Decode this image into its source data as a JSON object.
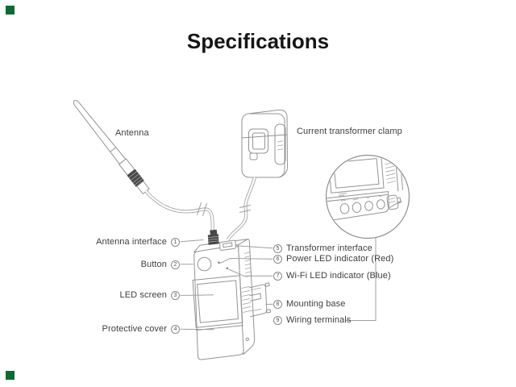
{
  "title": "Specifications",
  "colors": {
    "accent_marker_green": "#0e6a33",
    "line_art_gray": "#949494",
    "label_text": "#3f3f3f",
    "connector_dark": "#474747"
  },
  "diagram": {
    "antenna_label": "Antenna",
    "clamp_label": "Current transformer clamp"
  },
  "callouts": {
    "left": [
      {
        "num": "1",
        "label": "Antenna interface"
      },
      {
        "num": "2",
        "label": "Button"
      },
      {
        "num": "3",
        "label": "LED screen"
      },
      {
        "num": "4",
        "label": "Protective cover"
      }
    ],
    "right": [
      {
        "num": "5",
        "label": "Transformer interface"
      },
      {
        "num": "6",
        "label": "Power LED indicator (Red)"
      },
      {
        "num": "7",
        "label": "Wi-Fi LED indicator (Blue)"
      },
      {
        "num": "8",
        "label": "Mounting base"
      },
      {
        "num": "9",
        "label": "Wiring terminals"
      }
    ]
  }
}
